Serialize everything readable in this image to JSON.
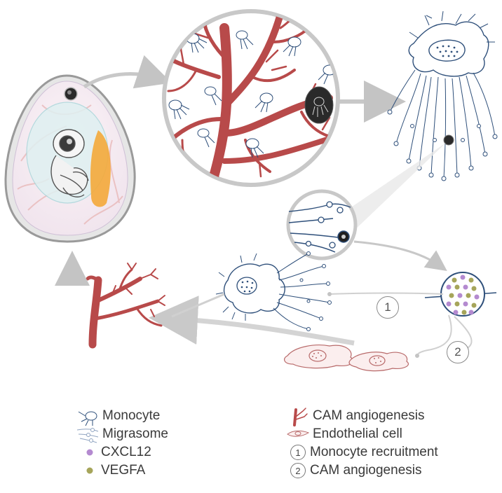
{
  "steps": {
    "step1": "1",
    "step2": "2"
  },
  "legend": {
    "monocyte": "Monocyte",
    "migrasome": "Migrasome",
    "cxcl12": "CXCL12",
    "vegfa": "VEGFA",
    "cam_angiogenesis": "CAM angiogenesis",
    "endothelial_cell": "Endothelial cell",
    "monocyte_recruitment": "Monocyte recruitment",
    "cam_angiogenesis_2": "CAM angiogenesis",
    "num1": "1",
    "num2": "2"
  },
  "colors": {
    "vessel": "#b84a4a",
    "monocyte": "#2e4f7a",
    "cxcl12": "#b48ad0",
    "vegfa": "#a6a55a",
    "yolk": "#f4a83a",
    "arrow": "#bdbdbd"
  }
}
